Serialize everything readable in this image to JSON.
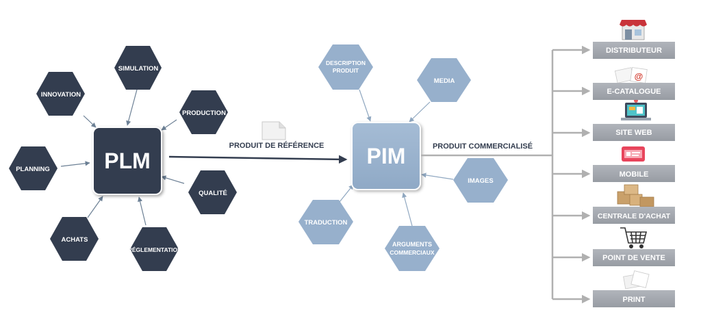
{
  "plm": {
    "label": "PLM",
    "inputs": {
      "simulation": "SIMULATION",
      "innovation": "INNOVATION",
      "production": "PRODUCTION",
      "planning": "PLANNING",
      "qualite": "QUALITÉ",
      "achats": "ACHATS",
      "reglementation": "RÉGLEMENTATION"
    }
  },
  "link_label": "PRODUIT DE RÉFÉRENCE",
  "pim": {
    "label": "PIM",
    "inputs": {
      "description_1": "DESCRIPTION",
      "description_2": "PRODUIT",
      "media": "MEDIA",
      "images": "IMAGES",
      "traduction": "TRADUCTION",
      "arguments_1": "ARGUMENTS",
      "arguments_2": "COMMERCIAUX"
    }
  },
  "output_label": "PRODUIT COMMERCIALISÉ",
  "channels": {
    "distributeur": "DISTRIBUTEUR",
    "ecatalogue": "E-CATALOGUE",
    "siteweb": "SITE WEB",
    "mobile": "MOBILE",
    "centrale": "CENTRALE D'ACHAT",
    "pointdevente": "POINT DE VENTE",
    "print": "PRINT"
  },
  "colors": {
    "plm_dark": "#333d4f",
    "pim_light": "#97b0cc",
    "channel_gray": "#a3a7ad",
    "connector_gray": "#b0b0b0"
  }
}
